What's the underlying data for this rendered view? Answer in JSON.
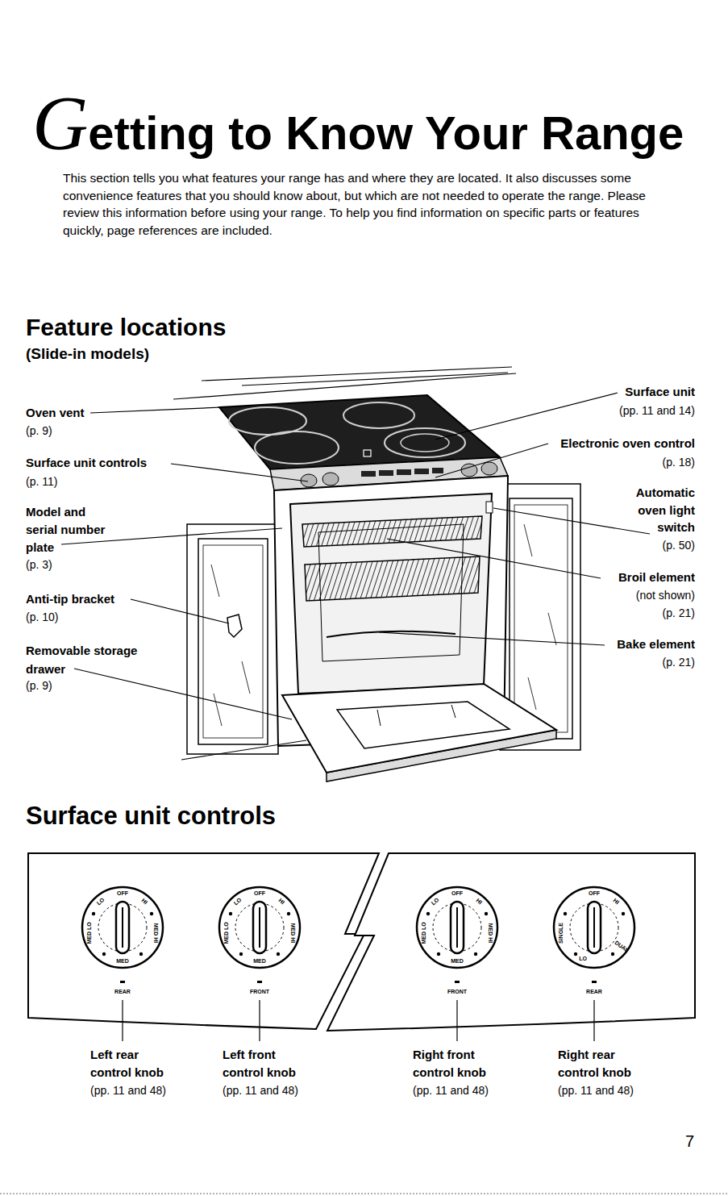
{
  "diagram": {
    "title": "Getting to Know Your Range",
    "labels": [
      "This section tells you what features your range has and where they are located. It also discusses some convenience features that you should know about, but which are not needed to operate the range. Please review this information before using your range. To help you find information on specific parts or features quickly, page references are included.",
      "Feature locations",
      "(Slide-in models)",
      "Oven vent",
      "(p. 9)",
      "Surface unit controls",
      "(p. 11)",
      "Model and serial number plate",
      "(p. 3)",
      "Anti-tip bracket",
      "(p. 10)",
      "Removable storage drawer",
      "(p. 9)",
      "Surface unit",
      "(pp. 11 and 14)",
      "Electronic oven control",
      "(p. 18)",
      "Automatic oven light switch",
      "(p. 50)",
      "Broil element",
      "(not shown)",
      "(p. 21)",
      "Bake element",
      "(p. 21)",
      "Surface unit controls",
      "OFF",
      "LO",
      "HI",
      "MED LO",
      "MED HI",
      "MED",
      "REAR",
      "OFF",
      "LO",
      "HI",
      "MED LO",
      "MED HI",
      "MED",
      "FRONT",
      "OFF",
      "LO",
      "HI",
      "MED LO",
      "MED HI",
      "MED",
      "FRONT",
      "OFF",
      "HI",
      "SINGLE",
      "DUAL",
      "LO",
      "REAR",
      "Left rear control knob",
      "(pp. 11 and 48)",
      "Left front control knob",
      "(pp. 11 and 48)",
      "Right front control knob",
      "(pp. 11 and 48)",
      "Right rear control knob",
      "(pp. 11 and 48)",
      "7"
    ]
  }
}
